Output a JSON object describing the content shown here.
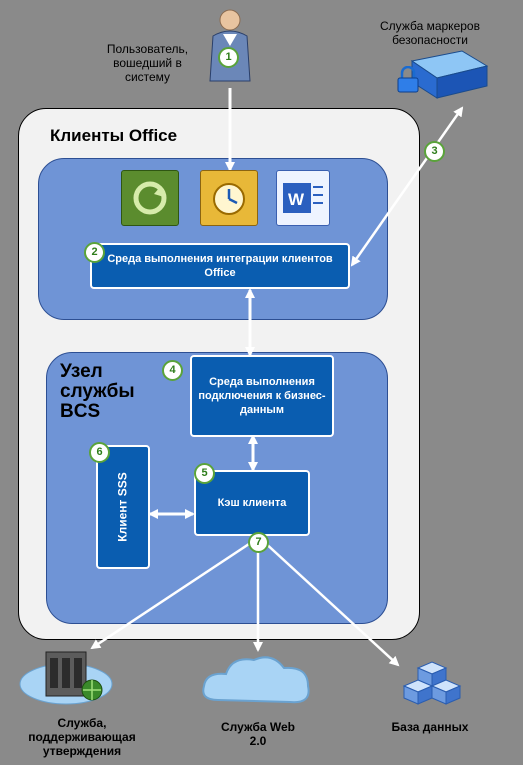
{
  "user_label": "Пользователь, вошедший в систему",
  "sts_label": "Служба маркеров безопасности",
  "office_clients_title": "Клиенты Office",
  "runtime_box": "Среда выполнения интеграции клиентов Office",
  "bcs_node_title": "Узел службы BCS",
  "bdc_runtime_box": "Среда выполнения подключения к бизнес-данным",
  "sss_client": "Клиент SSS",
  "client_cache": "Кэш клиента",
  "approval_service": "Служба, поддерживающая утверждения",
  "web20_service": "Служба Web 2.0",
  "database": "База данных",
  "badges": [
    "1",
    "2",
    "3",
    "4",
    "5",
    "6",
    "7"
  ],
  "icons": [
    "user-icon",
    "server-cube-icon",
    "lock-icon",
    "sharepoint-workspace-icon",
    "outlook-icon",
    "word-icon",
    "server-rack-icon",
    "globe-icon",
    "cloud-icon",
    "database-cubes-icon"
  ]
}
